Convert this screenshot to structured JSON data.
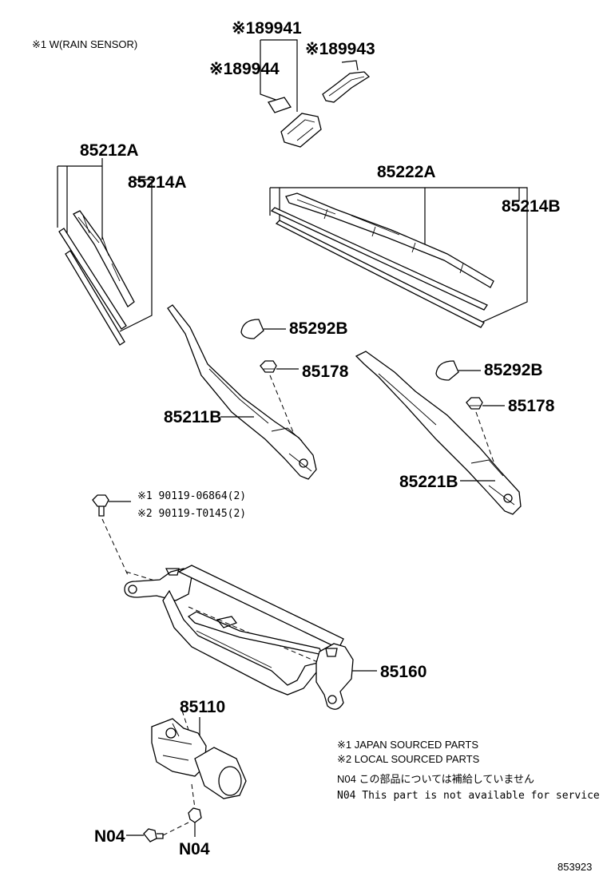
{
  "header_note": "※1 W(RAIN SENSOR)",
  "parts": {
    "p89941": "※189941",
    "p89944": "※189944",
    "p89943": "※189943",
    "p85212A": "85212A",
    "p85214A": "85214A",
    "p85222A": "85222A",
    "p85214B": "85214B",
    "p85292B_1": "85292B",
    "p85178_1": "85178",
    "p85211B": "85211B",
    "p85292B_2": "85292B",
    "p85178_2": "85178",
    "p85221B": "85221B",
    "bolt_1": "※1 90119-06864(2)",
    "bolt_2": "※2 90119-T0145(2)",
    "p85160": "85160",
    "p85110": "85110",
    "n04_left": "N04",
    "n04_bottom": "N04"
  },
  "legend": {
    "line1": "※1 JAPAN SOURCED PARTS",
    "line2": "※2 LOCAL SOURCED PARTS",
    "line3": "N04 この部品については補給していません",
    "line4": "N04 This part is not available for service"
  },
  "diagram_id": "853923"
}
